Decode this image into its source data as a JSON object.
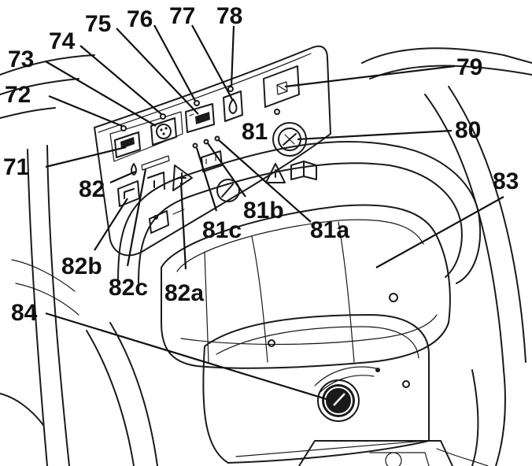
{
  "callouts": {
    "c71": "71",
    "c72": "72",
    "c73": "73",
    "c74": "74",
    "c75": "75",
    "c76": "76",
    "c77": "77",
    "c78": "78",
    "c79": "79",
    "c80": "80",
    "c81": "81",
    "c81a": "81a",
    "c81b": "81b",
    "c81c": "81c",
    "c82": "82",
    "c82a": "82a",
    "c82b": "82b",
    "c82c": "82c",
    "c83": "83",
    "c84": "84"
  },
  "colors": {
    "ink": "#1a1a1a",
    "background": "#ffffff"
  }
}
